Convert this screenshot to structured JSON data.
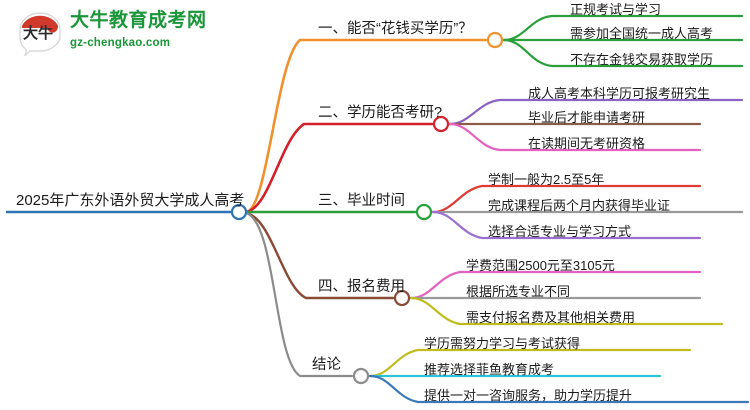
{
  "logo": {
    "icon": "speech-bubble-logo-icon",
    "title": "大牛教育成考网",
    "subtitle": "gz-chengkao.com",
    "mark_text": "大牛",
    "brand_green": "#1a9639",
    "brand_red": "#d03a2c"
  },
  "mindmap": {
    "root": {
      "label": "2025年广东外语外贸大学成人高考",
      "color": "#2e74b5"
    },
    "branches": [
      {
        "label": "一、能否“花钱买学历”？",
        "color": "#f0912d",
        "children": [
          {
            "label": "正规考试与学习",
            "color": "#2aa03c"
          },
          {
            "label": "需参加全国统一成人高考",
            "color": "#2aa03c"
          },
          {
            "label": "不存在金钱交易获取学历",
            "color": "#2aa03c"
          }
        ]
      },
      {
        "label": "二、学历能否考研?",
        "color": "#d3202a",
        "children": [
          {
            "label": "成人高考本科学历可报考研究生",
            "color": "#8a63c4"
          },
          {
            "label": "毕业后才能申请考研",
            "color": "#8a5c49"
          },
          {
            "label": "在读期间无考研资格",
            "color": "#e561c0"
          }
        ]
      },
      {
        "label": "三、毕业时间",
        "color": "#2aa03c",
        "children": [
          {
            "label": "学制一般为2.5至5年",
            "color": "#e03a35"
          },
          {
            "label": "完成课程后两个月内获得毕业证",
            "color": "#9a9a9a"
          },
          {
            "label": "选择合适专业与学习方式",
            "color": "#9a6fd0"
          }
        ]
      },
      {
        "label": "四、报名费用",
        "color": "#8a4a36",
        "children": [
          {
            "label": "学费范围2500元至3105元",
            "color": "#e561c0"
          },
          {
            "label": "根据所选专业不同",
            "color": "#9a9a9a"
          },
          {
            "label": "需支付报名费及其他相关费用",
            "color": "#c0bc1e"
          }
        ]
      },
      {
        "label": "结论",
        "color": "#8c8c8c",
        "children": [
          {
            "label": "学历需努力学习与考试获得",
            "color": "#c0bc1e"
          },
          {
            "label": "推荐选择菲鱼教育成考",
            "color": "#2cc3d8"
          },
          {
            "label": "提供一对一咨询服务，助力学历提升",
            "color": "#3b79b8"
          }
        ]
      }
    ]
  }
}
